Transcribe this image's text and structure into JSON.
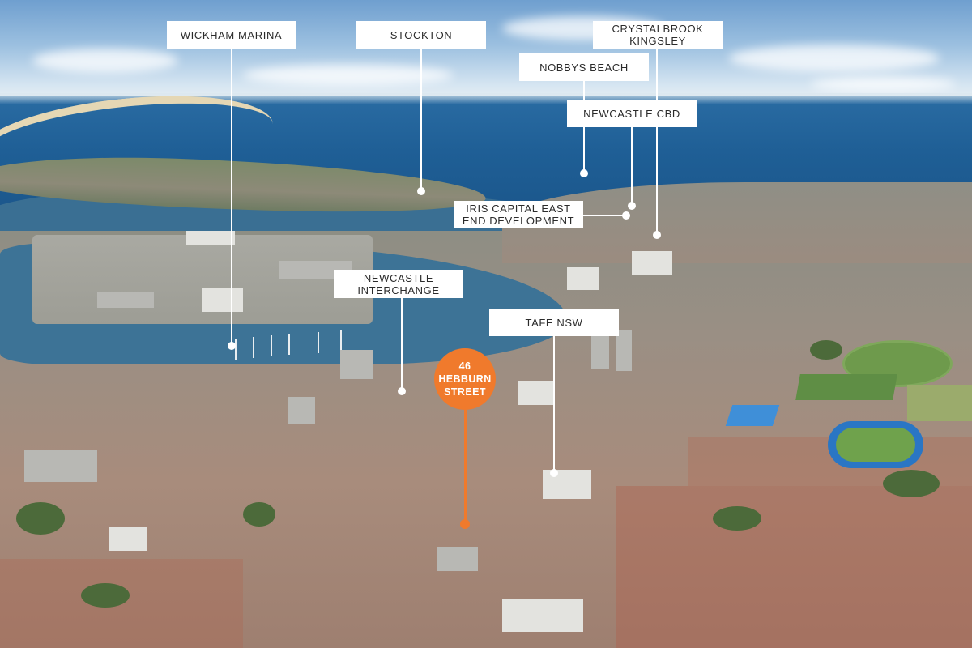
{
  "labels": {
    "wickham_marina": "WICKHAM MARINA",
    "stockton": "STOCKTON",
    "crystalbrook_kingsley": "CRYSTALBROOK\nKINGSLEY",
    "nobbys_beach": "NOBBYS BEACH",
    "newcastle_cbd": "NEWCASTLE CBD",
    "iris_capital": "IRIS CAPITAL EAST\nEND DEVELOPMENT",
    "newcastle_interchange": "NEWCASTLE\nINTERCHANGE",
    "tafe_nsw": "TAFE NSW"
  },
  "site": {
    "label": "46\nHEBBURN\nSTREET",
    "color": "#f07a2c"
  },
  "colors": {
    "label_bg": "#ffffff",
    "label_text": "#2b2b2b",
    "ocean": "#1f5f96",
    "accent": "#f07a2c"
  }
}
